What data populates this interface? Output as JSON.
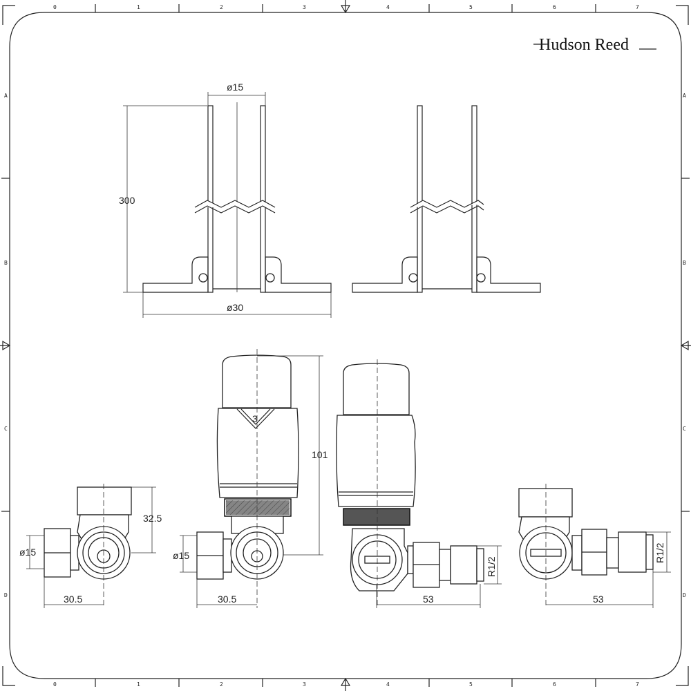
{
  "logo": {
    "text": "Hudson Reed"
  },
  "ruler": {
    "columns": [
      "0",
      "1",
      "2",
      "3",
      "4",
      "5",
      "6",
      "7"
    ],
    "rows": [
      "A",
      "B",
      "C",
      "D"
    ]
  },
  "dimensions": {
    "pipe_diameter": "ø15",
    "pipe_length": "300",
    "flange_diameter": "ø30",
    "valve_height": "101",
    "angled_head_height": "32.5",
    "angled_inlet_diameter": "ø15",
    "angled_width": "30.5",
    "straight_inlet_diameter": "ø15",
    "straight_width": "30.5",
    "side_tail_length": "53",
    "side_thread": "R1/2",
    "right_tail_length": "53",
    "right_thread": "R1/2"
  },
  "thermostat_dial": "3"
}
